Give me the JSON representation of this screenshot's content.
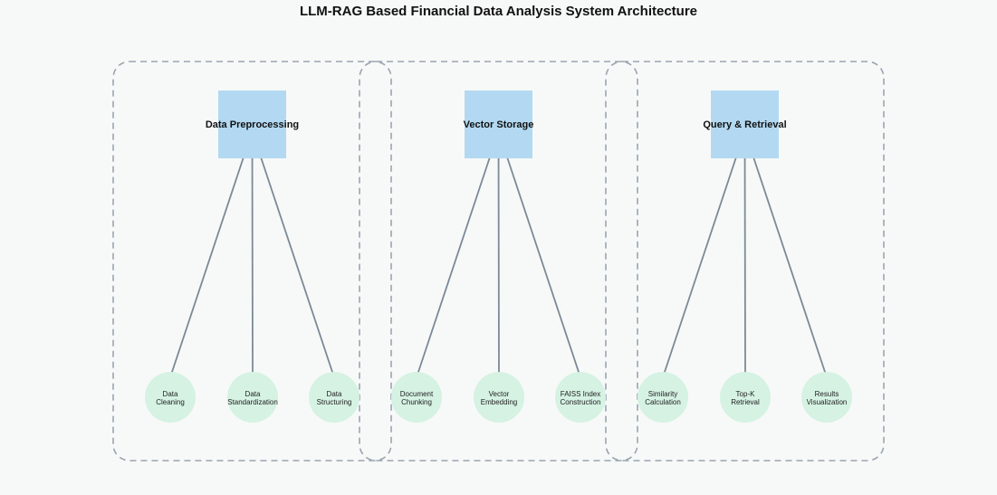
{
  "title": "LLM-RAG Based Financial Data Analysis System Architecture",
  "colors": {
    "background": "#f7f9f8",
    "main_box": "#b3d9f2",
    "sub_circle": "#d5f2e3",
    "edge": "#7b8a97",
    "group_border": "#9aa4b1"
  },
  "groups": [
    {
      "main": {
        "label": "Data Preprocessing"
      },
      "subs": [
        {
          "lines": [
            "Data",
            "Cleaning"
          ]
        },
        {
          "lines": [
            "Data",
            "Standardization"
          ]
        },
        {
          "lines": [
            "Data",
            "Structuring"
          ]
        }
      ]
    },
    {
      "main": {
        "label": "Vector Storage"
      },
      "subs": [
        {
          "lines": [
            "Document",
            "Chunking"
          ]
        },
        {
          "lines": [
            "Vector",
            "Embedding"
          ]
        },
        {
          "lines": [
            "FAISS Index",
            "Construction"
          ]
        }
      ]
    },
    {
      "main": {
        "label": "Query & Retrieval"
      },
      "subs": [
        {
          "lines": [
            "Similarity",
            "Calculation"
          ]
        },
        {
          "lines": [
            "Top-K",
            "Retrieval"
          ]
        },
        {
          "lines": [
            "Results",
            "Visualization"
          ]
        }
      ]
    }
  ]
}
